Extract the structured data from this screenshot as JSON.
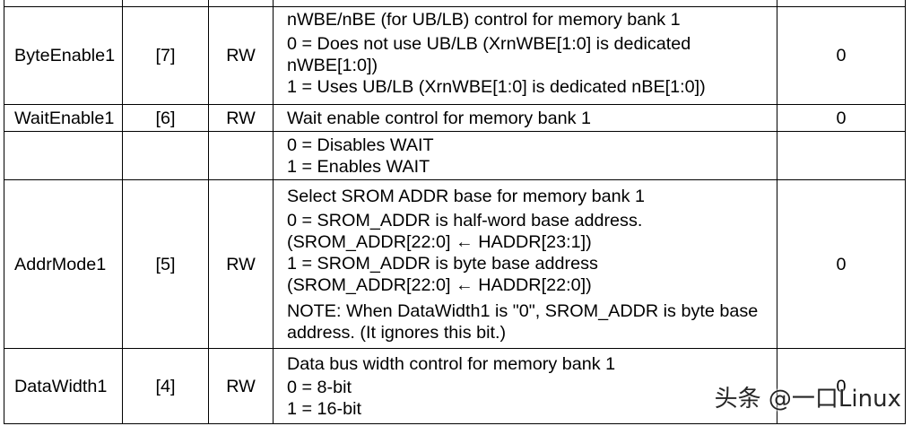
{
  "register_fields": [
    {
      "name": "ByteEnable1",
      "bit": "[7]",
      "type": "RW",
      "description": [
        "nWBE/nBE (for UB/LB) control for memory bank 1",
        "0 = Does not use UB/LB (XrnWBE[1:0] is dedicated",
        "nWBE[1:0])",
        "1 = Uses UB/LB (XrnWBE[1:0] is dedicated nBE[1:0])"
      ],
      "reset": "0"
    },
    {
      "name": "WaitEnable1",
      "bit": "[6]",
      "type": "RW",
      "description": [
        "Wait enable control for memory bank 1"
      ],
      "reset": "0"
    },
    {
      "description": [
        "0 = Disables WAIT",
        "1 = Enables WAIT"
      ]
    },
    {
      "name": "AddrMode1",
      "bit": "[5]",
      "type": "RW",
      "description": [
        "Select SROM ADDR base for memory bank 1",
        "0 = SROM_ADDR is half-word base address.",
        "(SROM_ADDR[22:0] ← HADDR[23:1])",
        "1 = SROM_ADDR is byte base address",
        "(SROM_ADDR[22:0] ← HADDR[22:0])",
        "NOTE: When DataWidth1 is \"0\", SROM_ADDR is byte base",
        "address. (It ignores this bit.)"
      ],
      "reset": "0"
    },
    {
      "name": "DataWidth1",
      "bit": "[4]",
      "type": "RW",
      "description": [
        "Data bus width control for memory bank 1",
        "0 = 8-bit",
        "1 = 16-bit"
      ],
      "reset": "0"
    }
  ],
  "watermark": "头条 @一口Linux"
}
